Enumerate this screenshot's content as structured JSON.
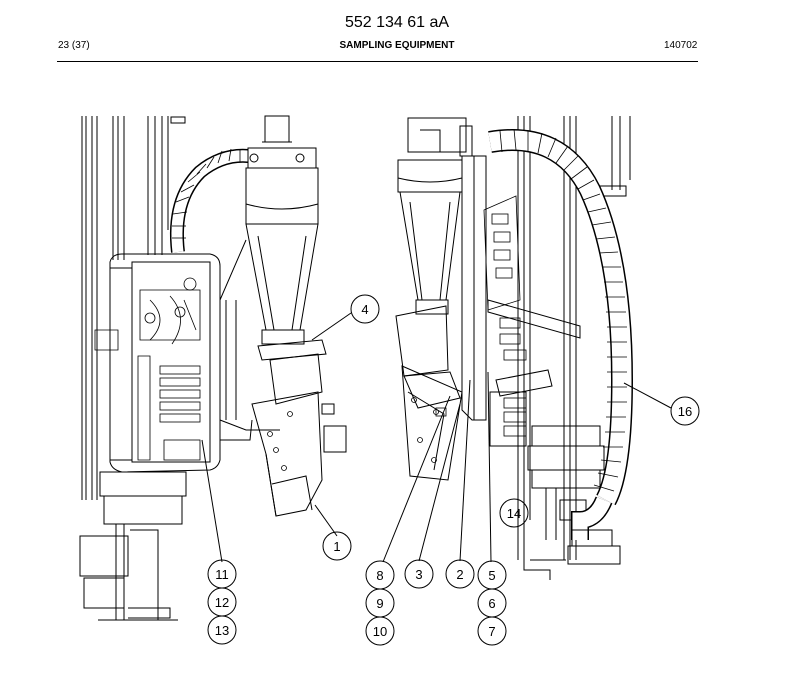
{
  "header": {
    "doc_number": "552 134 61 aA",
    "page_count": "23 (37)",
    "section_title": "SAMPLING EQUIPMENT",
    "doc_date": "140702"
  },
  "callouts": [
    {
      "id": "c4",
      "label": "4"
    },
    {
      "id": "c16",
      "label": "16"
    },
    {
      "id": "c14",
      "label": "14"
    },
    {
      "id": "c1",
      "label": "1"
    },
    {
      "id": "c11",
      "label": "11"
    },
    {
      "id": "c12",
      "label": "12"
    },
    {
      "id": "c13",
      "label": "13"
    },
    {
      "id": "c8",
      "label": "8"
    },
    {
      "id": "c9",
      "label": "9"
    },
    {
      "id": "c10",
      "label": "10"
    },
    {
      "id": "c3",
      "label": "3"
    },
    {
      "id": "c2",
      "label": "2"
    },
    {
      "id": "c5",
      "label": "5"
    },
    {
      "id": "c6",
      "label": "6"
    },
    {
      "id": "c7",
      "label": "7"
    }
  ]
}
